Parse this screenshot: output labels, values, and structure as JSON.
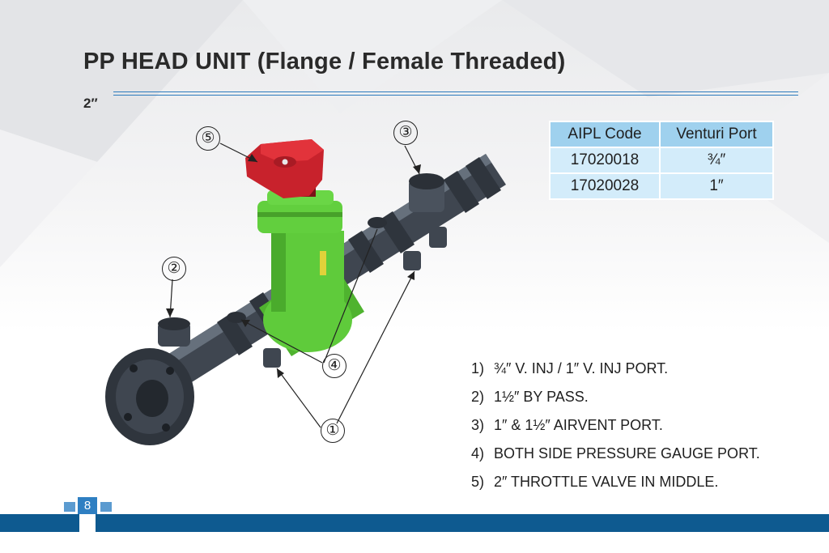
{
  "header": {
    "title": "PP HEAD UNIT (Flange / Female Threaded)",
    "size": "2″"
  },
  "table": {
    "headers": [
      "AIPL Code",
      "Venturi Port"
    ],
    "rows": [
      [
        "17020018",
        "¾″"
      ],
      [
        "17020028",
        "1″"
      ]
    ]
  },
  "features": [
    {
      "num": "1)",
      "text": "¾″ V. INJ / 1″ V. INJ PORT."
    },
    {
      "num": "2)",
      "text": "1½″ BY PASS."
    },
    {
      "num": "3)",
      "text": "1″ & 1½″ AIRVENT  PORT."
    },
    {
      "num": "4)",
      "text": "BOTH SIDE PRESSURE GAUGE PORT."
    },
    {
      "num": "5)",
      "text": "2″ THROTTLE VALVE IN MIDDLE."
    }
  ],
  "callouts": {
    "c1": "①",
    "c2": "②",
    "c3": "③",
    "c4": "④",
    "c5": "⑤"
  },
  "footer": {
    "page_number": "8"
  },
  "colors": {
    "accent": "#0e5a90",
    "table_header": "#9fd1ee",
    "table_cell": "#d3ecfa",
    "pipe": "#3f4650",
    "valve_body": "#5fcb3b",
    "valve_handle": "#c8222c"
  }
}
